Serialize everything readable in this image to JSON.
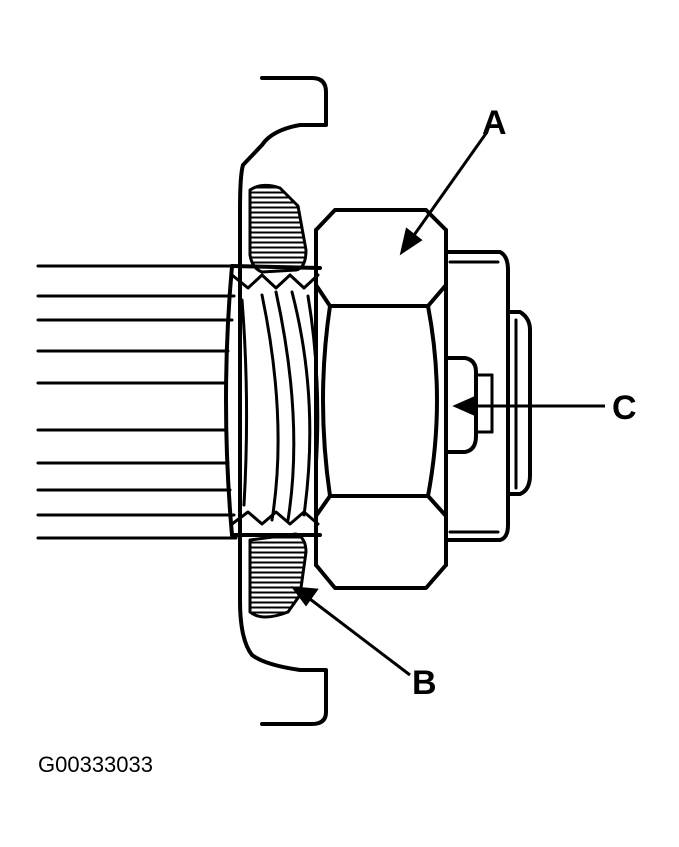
{
  "diagram": {
    "callouts": {
      "a": "A",
      "b": "B",
      "c": "C"
    },
    "figure_id": "G00333033"
  }
}
